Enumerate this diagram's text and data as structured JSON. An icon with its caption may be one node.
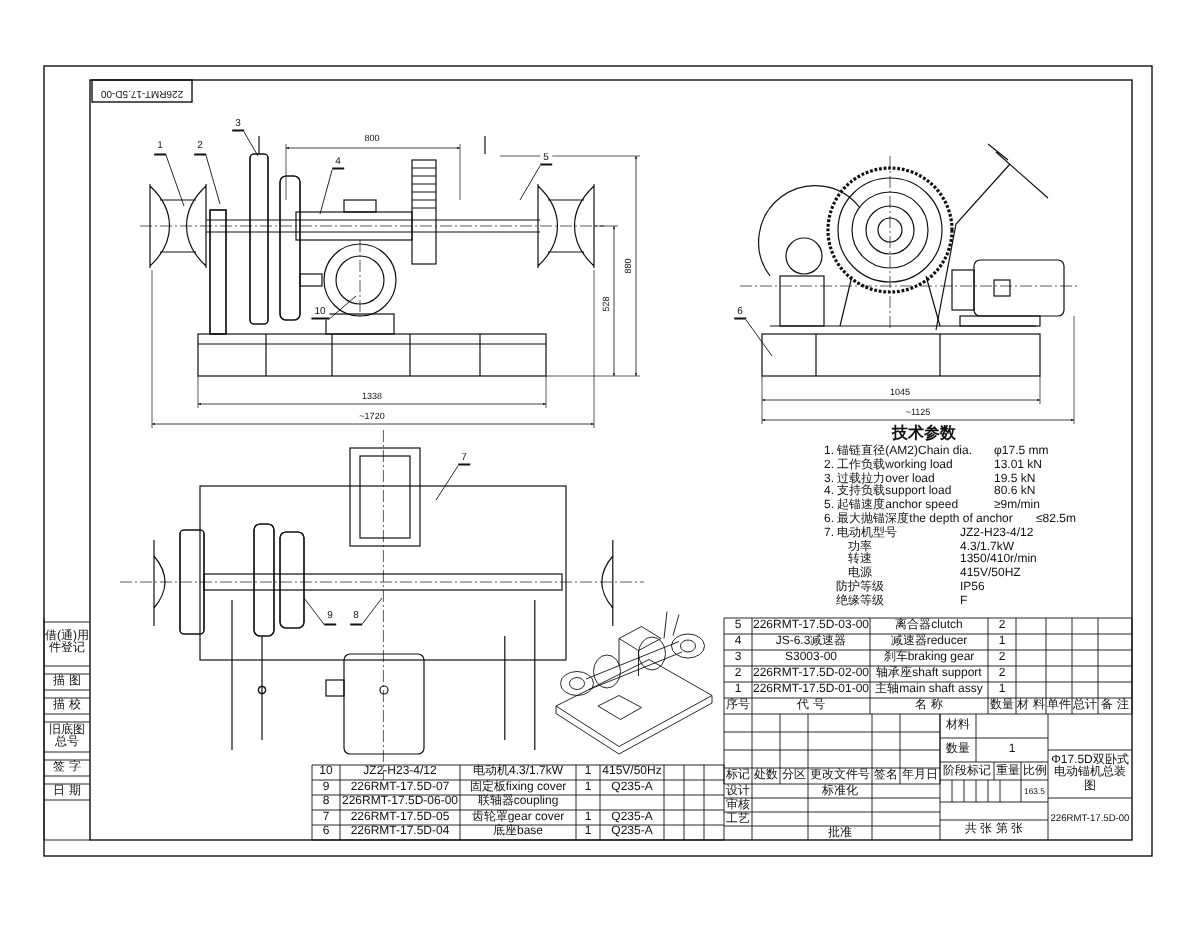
{
  "diagram": {
    "nodes": [
      {
        "text": [
          "1"
        ]
      },
      {
        "text": [
          "2"
        ]
      },
      {
        "text": [
          "3"
        ]
      },
      {
        "text": [
          "4"
        ]
      },
      {
        "text": [
          "5"
        ]
      },
      {
        "text": [
          "6"
        ]
      },
      {
        "text": [
          "7"
        ]
      },
      {
        "text": [
          "8"
        ]
      },
      {
        "text": [
          "9"
        ]
      },
      {
        "text": [
          "10"
        ]
      }
    ],
    "edges": [
      {
        "from": 0,
        "to": null,
        "arrow": "none"
      },
      {
        "from": 1,
        "to": null,
        "arrow": "none"
      },
      {
        "from": 2,
        "to": null,
        "arrow": "none"
      },
      {
        "from": 3,
        "to": null,
        "arrow": "none"
      },
      {
        "from": 4,
        "to": null,
        "arrow": "none"
      },
      {
        "from": 5,
        "to": null,
        "arrow": "none"
      },
      {
        "from": 6,
        "to": null,
        "arrow": "none"
      },
      {
        "from": 7,
        "to": null,
        "arrow": "none"
      },
      {
        "from": 8,
        "to": null,
        "arrow": "none"
      },
      {
        "from": 9,
        "to": null,
        "arrow": "none"
      }
    ],
    "labels": [
      "226RMT-17.5D-00",
      "800",
      "880",
      "528",
      "1338",
      "~1720",
      "1045",
      "~1125",
      "技术参数",
      "1. 锚链直径(AM2)Chain dia.",
      "φ17.5 mm",
      "2. 工作负载working load",
      "13.01 kN",
      "3. 过载拉力over load",
      "19.5 kN",
      "4. 支持负载support load",
      "80.6 kN",
      "5. 起锚速度anchor speed",
      "≥9m/min",
      "6. 最大抛锚深度the depth of anchor",
      "≤82.5m",
      "7. 电动机型号",
      "JZ2-H23-4/12",
      "功率",
      "4.3/1.7kW",
      "转速",
      "1350/410r/min",
      "电源",
      "415V/50HZ",
      "防护等级",
      "IP56",
      "绝缘等级",
      "F",
      "借(通)用件登记",
      "描 图",
      "描 校",
      "旧底图总号",
      "签 字",
      "日 期",
      "5",
      "226RMT-17.5D-03-00",
      "离合器clutch",
      "2",
      "4",
      "JS-6.3减速器",
      "减速器reducer",
      "1",
      "3",
      "S3003-00",
      "刹车braking gear",
      "2",
      "2",
      "226RMT-17.5D-02-00",
      "轴承座shaft support",
      "2",
      "1",
      "226RMT-17.5D-01-00",
      "主轴main shaft assy",
      "1",
      "序号",
      "代 号",
      "名 称",
      "数量",
      "材 料",
      "单件",
      "总计",
      "备 注",
      "10",
      "JZ2-H23-4/12",
      "电动机4.3/1.7kW",
      "1",
      "415V/50Hz",
      "9",
      "226RMT-17.5D-07",
      "固定板fixing cover",
      "1",
      "Q235-A",
      "8",
      "226RMT-17.5D-06-00",
      "联轴器coupling",
      "7",
      "226RMT-17.5D-05",
      "齿轮罩gear cover",
      "1",
      "Q235-A",
      "6",
      "226RMT-17.5D-04",
      "底座base",
      "1",
      "Q235-A",
      "标记",
      "处数",
      "分区",
      "更改文件号",
      "签名",
      "年月日",
      "设计",
      "标准化",
      "审核",
      "工艺",
      "批准",
      "材料",
      "数量",
      "1",
      "阶段标记",
      "重量",
      "比例",
      "163.5",
      "共 张 第 张",
      "Φ17.5D双卧式电动锚机总装图",
      "226RMT-17.5D-00"
    ]
  }
}
